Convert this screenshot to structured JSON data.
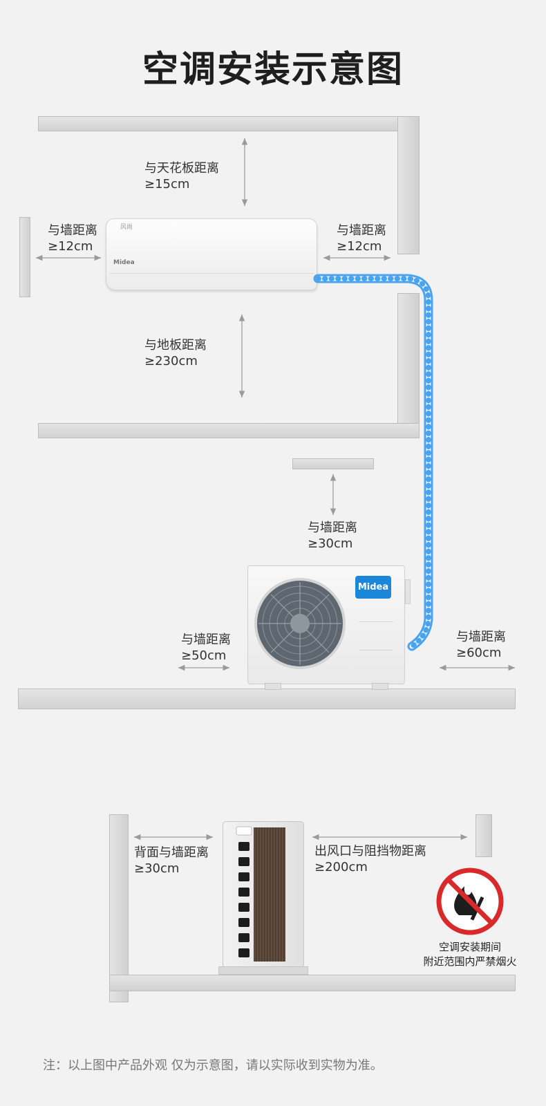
{
  "title": "空调安装示意图",
  "indoor": {
    "ceiling": {
      "line1": "与天花板距离",
      "line2": "≥15cm"
    },
    "left_wall": {
      "line1": "与墙距离",
      "line2": "≥12cm"
    },
    "right_wall": {
      "line1": "与墙距离",
      "line2": "≥12cm"
    },
    "floor": {
      "line1": "与地板距离",
      "line2": "≥230cm"
    },
    "unit_brand": "Midea",
    "unit_series": "风尚"
  },
  "outdoor_front": {
    "top_wall": {
      "line1": "与墙距离",
      "line2": "≥30cm"
    },
    "left_wall": {
      "line1": "与墙距离",
      "line2": "≥50cm"
    },
    "right_wall": {
      "line1": "与墙距离",
      "line2": "≥60cm"
    },
    "brand": "Midea"
  },
  "outdoor_side": {
    "back_wall": {
      "line1": "背面与墙距离",
      "line2": "≥30cm"
    },
    "outlet": {
      "line1": "出风口与阻挡物距离",
      "line2": "≥200cm"
    }
  },
  "warning": {
    "line1": "空调安装期间",
    "line2": "附近范围内严禁烟火",
    "icon": "no-fire-icon"
  },
  "note": "注：以上图中产品外观 仅为示意图，请以实际收到实物为准。",
  "colors": {
    "pipe": "#4aa3ef",
    "warning_red": "#d82a2a",
    "midea_blue": "#1b87d8"
  }
}
